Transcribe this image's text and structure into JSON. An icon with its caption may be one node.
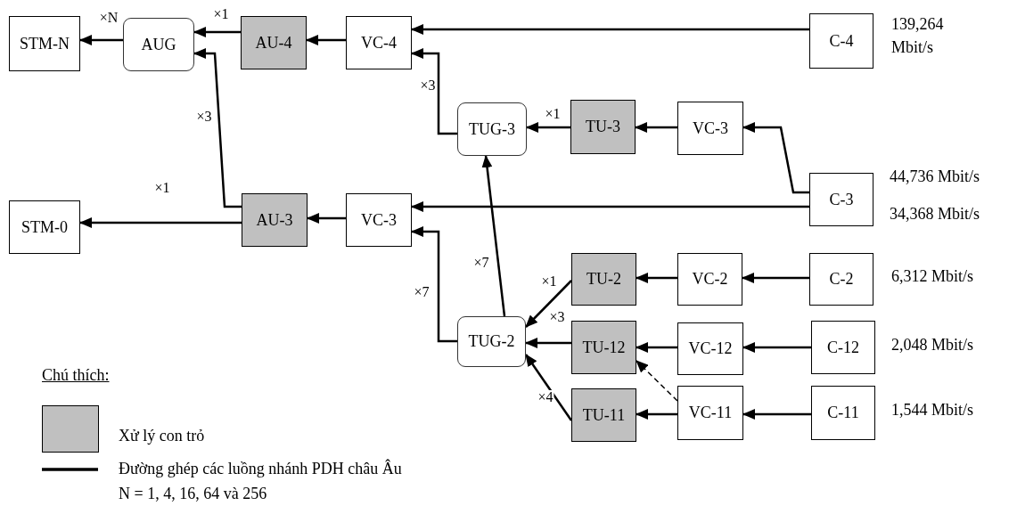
{
  "diagram": {
    "nodes": [
      {
        "text": [
          "STM-N"
        ]
      },
      {
        "text": [
          "AUG"
        ]
      },
      {
        "text": [
          "AU-4"
        ]
      },
      {
        "text": [
          "VC-4"
        ]
      },
      {
        "text": [
          "C-4"
        ],
        "beside": [
          "139,264 Mbit/s"
        ]
      },
      {
        "text": [
          "TUG-3"
        ]
      },
      {
        "text": [
          "TU-3"
        ]
      },
      {
        "text": [
          "VC-3"
        ]
      },
      {
        "text": [
          "C-3"
        ],
        "beside": [
          "44,736 Mbit/s",
          "34,368 Mbit/s"
        ]
      },
      {
        "text": [
          "STM-0"
        ]
      },
      {
        "text": [
          "AU-3"
        ]
      },
      {
        "text": [
          "VC-3"
        ]
      },
      {
        "text": [
          "TU-2"
        ]
      },
      {
        "text": [
          "VC-2"
        ]
      },
      {
        "text": [
          "C-2"
        ],
        "beside": [
          "6,312 Mbit/s"
        ]
      },
      {
        "text": [
          "TUG-2"
        ]
      },
      {
        "text": [
          "TU-12"
        ]
      },
      {
        "text": [
          "VC-12"
        ]
      },
      {
        "text": [
          "C-12"
        ],
        "beside": [
          "2,048 Mbit/s"
        ]
      },
      {
        "text": [
          "TU-11"
        ]
      },
      {
        "text": [
          "VC-11"
        ]
      },
      {
        "text": [
          "C-11"
        ],
        "beside": [
          "1,544 Mbit/s"
        ]
      }
    ],
    "edges": [
      {
        "from": 1,
        "to": 0,
        "arrow": "to",
        "label": "×N"
      },
      {
        "from": 2,
        "to": 1,
        "arrow": "to",
        "label": "×1"
      },
      {
        "from": 10,
        "to": 1,
        "arrow": "to",
        "label": "×3"
      },
      {
        "from": 3,
        "to": 2,
        "arrow": "to"
      },
      {
        "from": 4,
        "to": 3,
        "arrow": "to"
      },
      {
        "from": 5,
        "to": 3,
        "arrow": "to",
        "label": "×3"
      },
      {
        "from": 6,
        "to": 5,
        "arrow": "to",
        "label": "×1"
      },
      {
        "from": 7,
        "to": 6,
        "arrow": "to"
      },
      {
        "from": 8,
        "to": 7,
        "arrow": "to"
      },
      {
        "from": 10,
        "to": 9,
        "arrow": "to",
        "label": "×1"
      },
      {
        "from": 11,
        "to": 10,
        "arrow": "to"
      },
      {
        "from": 8,
        "to": 11,
        "arrow": "to"
      },
      {
        "from": 15,
        "to": 11,
        "arrow": "to",
        "label": "×7"
      },
      {
        "from": 15,
        "to": 5,
        "arrow": "to",
        "label": "×7"
      },
      {
        "from": 12,
        "to": 15,
        "arrow": "to",
        "label": "×1"
      },
      {
        "from": 16,
        "to": 15,
        "arrow": "to",
        "label": "×3"
      },
      {
        "from": 19,
        "to": 15,
        "arrow": "to",
        "label": "×4"
      },
      {
        "from": 13,
        "to": 12,
        "arrow": "to"
      },
      {
        "from": 14,
        "to": 13,
        "arrow": "to"
      },
      {
        "from": 17,
        "to": 16,
        "arrow": "to"
      },
      {
        "from": 18,
        "to": 17,
        "arrow": "to"
      },
      {
        "from": 20,
        "to": 19,
        "arrow": "to"
      },
      {
        "from": 21,
        "to": 20,
        "arrow": "to"
      },
      {
        "from": 20,
        "to": 16,
        "arrow": "to",
        "style": "dashed"
      }
    ],
    "labels": [
      "Chú thích:",
      "N = 1, 4, 16, 64 và 256"
    ],
    "legend": [
      {
        "text": "Xử lý con trỏ",
        "color": "#c0c0c0"
      },
      {
        "text": "Đường ghép các luồng nhánh PDH châu Âu"
      }
    ]
  }
}
